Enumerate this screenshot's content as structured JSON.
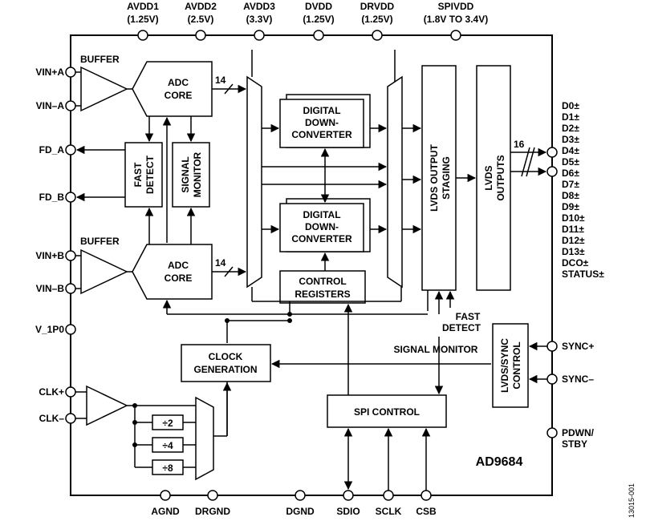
{
  "title": "AD9684",
  "figure_id": "13015-001",
  "top_pins": [
    {
      "name": "AVDD1",
      "value": "(1.25V)"
    },
    {
      "name": "AVDD2",
      "value": "(2.5V)"
    },
    {
      "name": "AVDD3",
      "value": "(3.3V)"
    },
    {
      "name": "DVDD",
      "value": "(1.25V)"
    },
    {
      "name": "DRVDD",
      "value": "(1.25V)"
    },
    {
      "name": "SPIVDD",
      "value": "(1.8V TO 3.4V)"
    }
  ],
  "left_pins": {
    "vin_a_pos": "VIN+A",
    "vin_a_neg": "VIN–A",
    "fd_a": "FD_A",
    "fd_b": "FD_B",
    "vin_b_pos": "VIN+B",
    "vin_b_neg": "VIN–B",
    "v_1p0": "V_1P0",
    "clk_pos": "CLK+",
    "clk_neg": "CLK–"
  },
  "bottom_pins": [
    "AGND",
    "DRGND",
    "DGND",
    "SDIO",
    "SCLK",
    "CSB"
  ],
  "right_pins": {
    "outputs": [
      "D0±",
      "D1±",
      "D2±",
      "D3±",
      "D4±",
      "D5±",
      "D6±",
      "D7±",
      "D8±",
      "D9±",
      "D10±",
      "D11±",
      "D12±",
      "D13±",
      "DCO±",
      "STATUS±"
    ],
    "sync_pos": "SYNC+",
    "sync_neg": "SYNC–",
    "pdwn_1": "PDWN/",
    "pdwn_2": "STBY"
  },
  "blocks": {
    "buffer_a": "BUFFER",
    "buffer_b": "BUFFER",
    "adc_core_a_1": "ADC",
    "adc_core_a_2": "CORE",
    "adc_core_b_1": "ADC",
    "adc_core_b_2": "CORE",
    "fast_detect_1": "FAST",
    "fast_detect_2": "DETECT",
    "signal_monitor_1": "SIGNAL",
    "signal_monitor_2": "MONITOR",
    "ddc_1_1": "DIGITAL",
    "ddc_1_2": "DOWN-",
    "ddc_1_3": "CONVERTER",
    "ddc_2_1": "DIGITAL",
    "ddc_2_2": "DOWN-",
    "ddc_2_3": "CONVERTER",
    "control_registers_1": "CONTROL",
    "control_registers_2": "REGISTERS",
    "lvds_staging_1": "LVDS OUTPUT",
    "lvds_staging_2": "STAGING",
    "lvds_outputs_1": "LVDS",
    "lvds_outputs_2": "OUTPUTS",
    "clock_gen_1": "CLOCK",
    "clock_gen_2": "GENERATION",
    "spi_control": "SPI CONTROL",
    "lvds_sync_1": "LVDS/SYNC",
    "lvds_sync_2": "CONTROL",
    "div2": "÷2",
    "div4": "÷4",
    "div8": "÷8"
  },
  "labels": {
    "bus_14_a": "14",
    "bus_14_b": "14",
    "bus_16": "16",
    "fast_detect_1": "FAST",
    "fast_detect_2": "DETECT",
    "signal_monitor": "SIGNAL MONITOR"
  }
}
